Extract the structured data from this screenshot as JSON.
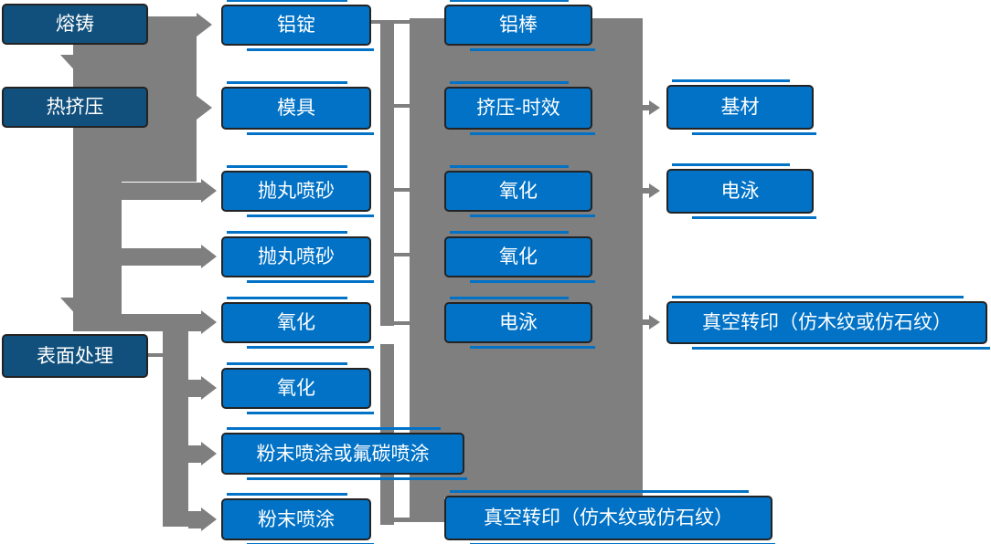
{
  "diagram": {
    "title": "",
    "type": "process-flowchart",
    "colors": {
      "node_blue": "#0172C6",
      "node_dark_blue": "#11507C",
      "connector_gray": "#7F7F7F",
      "node_border": "#232323",
      "text": "#FFFFFF",
      "background": "#FFFFFF"
    }
  },
  "nodes": {
    "col1": [
      {
        "label": "熔铸"
      },
      {
        "label": "热挤压"
      },
      {
        "label": "表面处理"
      }
    ],
    "col2": [
      {
        "label": "铝锭"
      },
      {
        "label": "模具"
      },
      {
        "label": "抛丸喷砂"
      },
      {
        "label": "抛丸喷砂"
      },
      {
        "label": "氧化"
      },
      {
        "label": "氧化"
      },
      {
        "label": "粉末喷涂或氟碳喷涂"
      },
      {
        "label": "粉末喷涂"
      }
    ],
    "col3": [
      {
        "label": "铝棒"
      },
      {
        "label": "挤压-时效"
      },
      {
        "label": "氧化"
      },
      {
        "label": "氧化"
      },
      {
        "label": "电泳"
      },
      {
        "label": "真空转印（仿木纹或仿石纹）"
      }
    ],
    "col4": [
      {
        "label": "基材"
      },
      {
        "label": "电泳"
      },
      {
        "label": "真空转印（仿木纹或仿石纹）"
      }
    ]
  },
  "edges": [
    {
      "from": "熔铸",
      "to": "铝锭"
    },
    {
      "from": "熔铸",
      "to": "热挤压"
    },
    {
      "from": "热挤压",
      "to": "表面处理"
    },
    {
      "from": "热挤压",
      "to": "模具"
    },
    {
      "from": "热挤压",
      "to": "抛丸喷砂"
    },
    {
      "from": "热挤压",
      "to": "氧化"
    },
    {
      "from": "表面处理",
      "to": "氧化"
    },
    {
      "from": "表面处理",
      "to": "粉末喷涂或氟碳喷涂"
    },
    {
      "from": "表面处理",
      "to": "粉末喷涂"
    },
    {
      "from": "挤压-时效",
      "to": "基材"
    },
    {
      "from": "氧化",
      "to": "电泳"
    },
    {
      "from": "电泳",
      "to": "真空转印（仿木纹或仿石纹）"
    }
  ]
}
